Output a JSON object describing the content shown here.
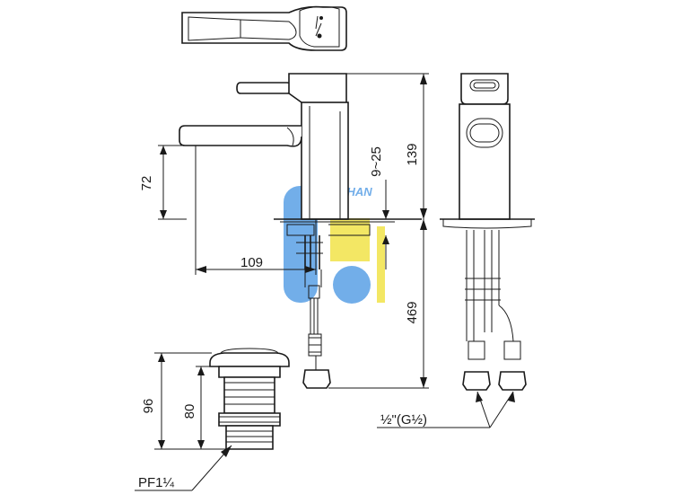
{
  "dimensions": {
    "spout_height": "72",
    "spout_reach": "109",
    "deck_thickness": "9~25",
    "body_height": "139",
    "hose_length": "469",
    "waste_height_total": "96",
    "waste_height_body": "80",
    "waste_thread": "PF1¼",
    "supply_thread": "½\"(G½)"
  },
  "watermark": {
    "text": "LA HAN",
    "color_blue": "#5aa0e6",
    "color_yellow": "#f2e34a"
  }
}
